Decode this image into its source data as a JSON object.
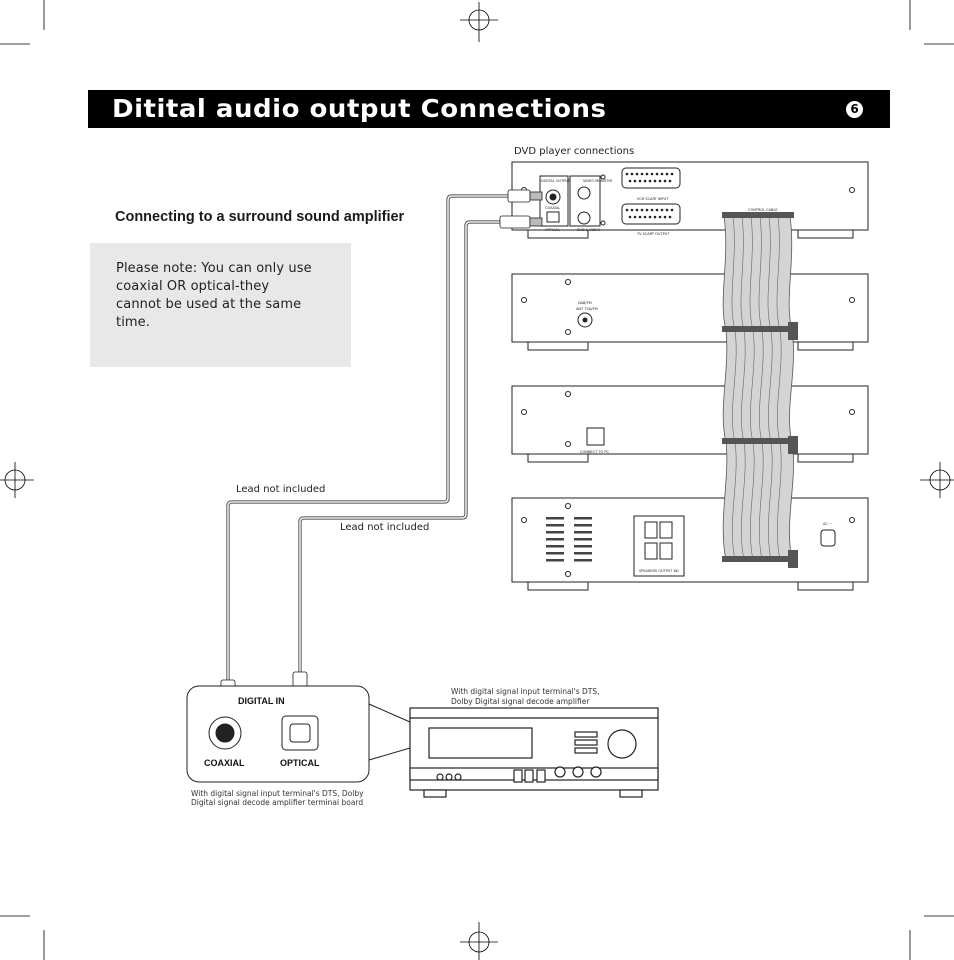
{
  "header": {
    "title": "Ditital audio output Connections",
    "page_number": "6"
  },
  "section": {
    "heading": "Connecting to a surround sound amplifier"
  },
  "note": {
    "text": "Please note: You can only use coaxial OR optical-they cannot be used at the same time."
  },
  "diagram": {
    "dvd_caption": "DVD player connections",
    "lead_caption_1": "Lead not included",
    "lead_caption_2": "Lead not included",
    "control_cable_label": "CONTROL CABLE",
    "dvd_panel": {
      "digital_output": "DIGITAL OUTPUT",
      "video_monitor": "VIDEO MONITOR",
      "coaxial": "COAXIAL",
      "optical": "OPTICAL",
      "svideo": "DVD S-VIDEO",
      "vcr_scart": "VCR SCART INPUT",
      "tv_scart": "TV SCART OUTPUT"
    },
    "tuner_panel": {
      "antenna": "DAB/FM",
      "antenna_sub": "ANT 75Ω/FM"
    },
    "unit3_panel": {
      "connector": "CONNECT TO PC"
    },
    "amp_panel": {
      "speakers": "SPEAKERS OUTPUT 8Ω",
      "ac_in": "AC ~"
    },
    "terminal_board": {
      "digital_in": "DIGITAL IN",
      "coaxial": "COAXIAL",
      "optical": "OPTICAL",
      "caption_line1": "With digital signal input terminal's DTS, Dolby",
      "caption_line2": "Digital signal decode amplifier terminal board"
    },
    "amplifier": {
      "caption_line1": "With digital signal input terminal's DTS,",
      "caption_line2": "Dolby Digital signal decode amplifier"
    }
  }
}
